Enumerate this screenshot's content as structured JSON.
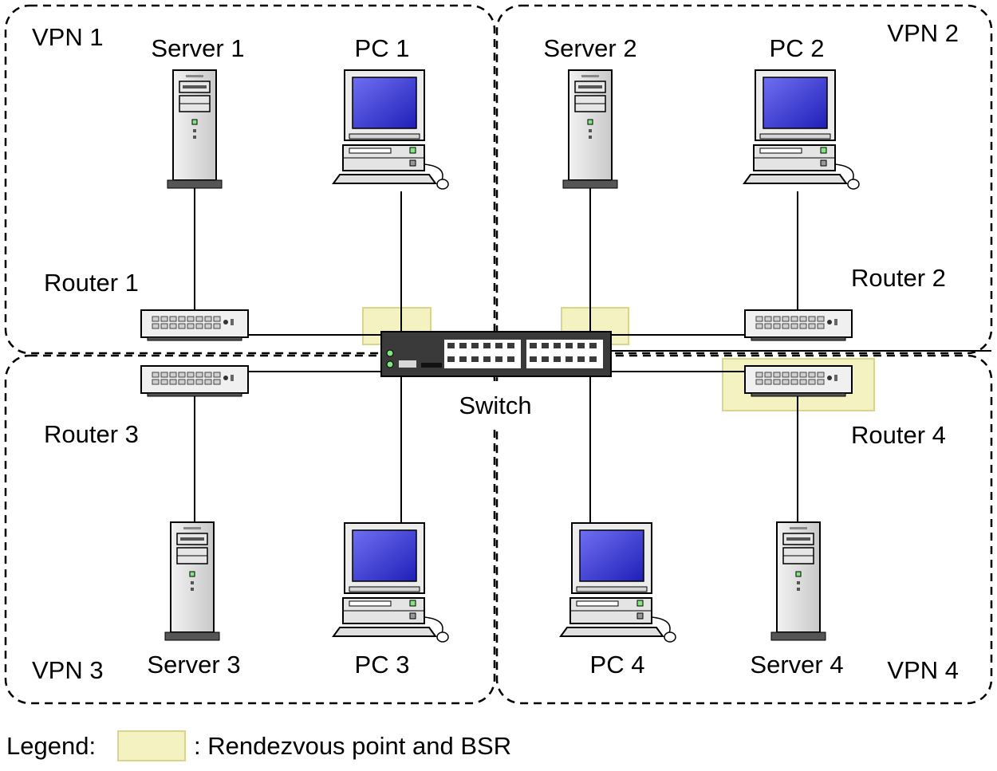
{
  "vpns": {
    "vpn1": "VPN 1",
    "vpn2": "VPN 2",
    "vpn3": "VPN 3",
    "vpn4": "VPN 4"
  },
  "devices": {
    "server1": "Server 1",
    "server2": "Server 2",
    "server3": "Server 3",
    "server4": "Server 4",
    "pc1": "PC 1",
    "pc2": "PC 2",
    "pc3": "PC 3",
    "pc4": "PC 4",
    "router1": "Router 1",
    "router2": "Router 2",
    "router3": "Router 3",
    "router4": "Router 4",
    "switch": "Switch"
  },
  "legend": {
    "label": "Legend:",
    "description": ": Rendezvous point and BSR",
    "highlight_color": "#f5f2c2",
    "highlight_border": "#d9d58c"
  },
  "rendezvous_points": [
    "PC 1 link",
    "Server 2 link",
    "Router 4"
  ]
}
